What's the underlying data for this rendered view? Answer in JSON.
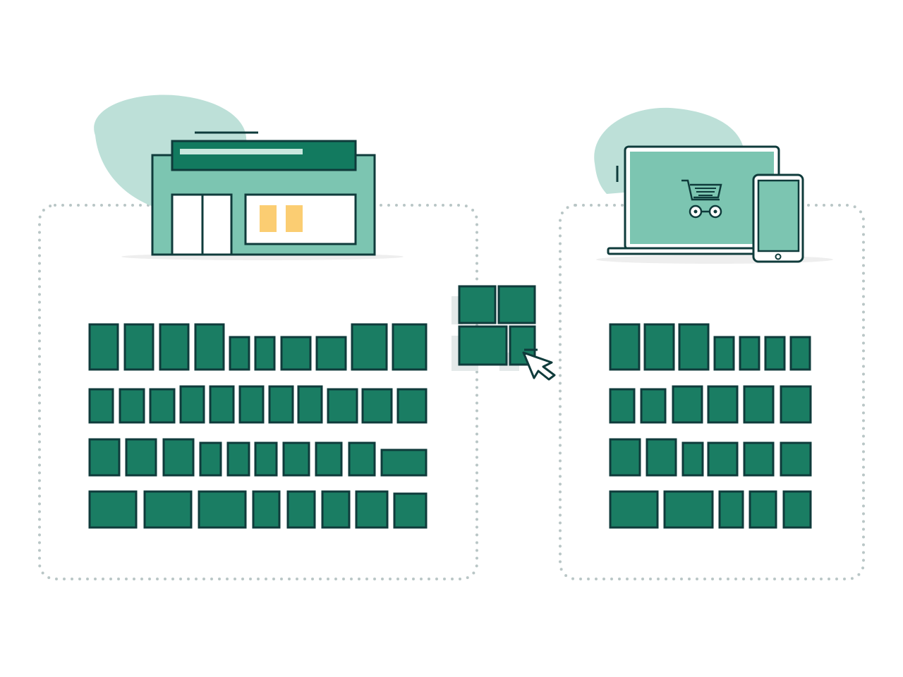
{
  "colors": {
    "background": "#ffffff",
    "item_fill": "#1a7d63",
    "outline": "#0f3b3b",
    "light_green": "#7cc5b1",
    "blob": "#bde0d8",
    "banner_dark": "#127a5f",
    "banner_stripe": "#c8e8de",
    "window_yellow": "#fbcd72",
    "shadow": "#eeeeee",
    "dotted_border": "#b9c6c6",
    "ghost": "#e4e9e9",
    "cursor_fill": "#ffffff"
  },
  "physical_store": {
    "icon": "storefront-icon",
    "shelf_row_counts": [
      10,
      11,
      10,
      8
    ]
  },
  "online_store": {
    "icon": "laptop-and-tablet-icon",
    "screen_icon": "shopping-cart-icon",
    "shelf_row_counts": [
      7,
      6,
      6,
      5
    ]
  },
  "transfer": {
    "icon": "inventory-blocks-icon",
    "cursor_icon": "mouse-pointer-icon"
  }
}
